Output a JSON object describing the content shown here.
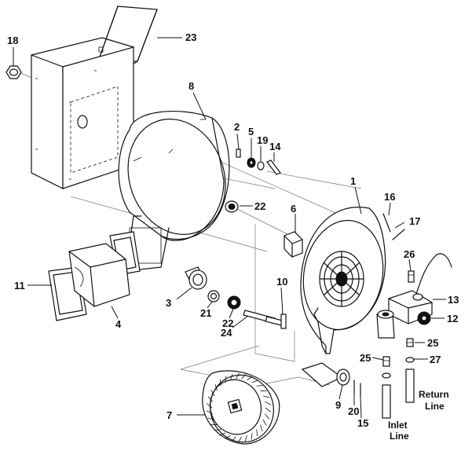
{
  "callouts": {
    "c1": "1",
    "c2": "2",
    "c3": "3",
    "c4": "4",
    "c5": "5",
    "c6": "6",
    "c7": "7",
    "c8": "8",
    "c9": "9",
    "c10": "10",
    "c11": "11",
    "c12": "12",
    "c13": "13",
    "c14": "14",
    "c15": "15",
    "c16": "16",
    "c17": "17",
    "c18": "18",
    "c19": "19",
    "c20": "20",
    "c21": "21",
    "c22a": "22",
    "c22b": "22",
    "c23": "23",
    "c24": "24",
    "c25a": "25",
    "c25b": "25",
    "c26": "26",
    "c27": "27"
  },
  "line_labels": {
    "return_line_1": "Return",
    "return_line_2": "Line",
    "inlet_line_1": "Inlet",
    "inlet_line_2": "Line"
  }
}
